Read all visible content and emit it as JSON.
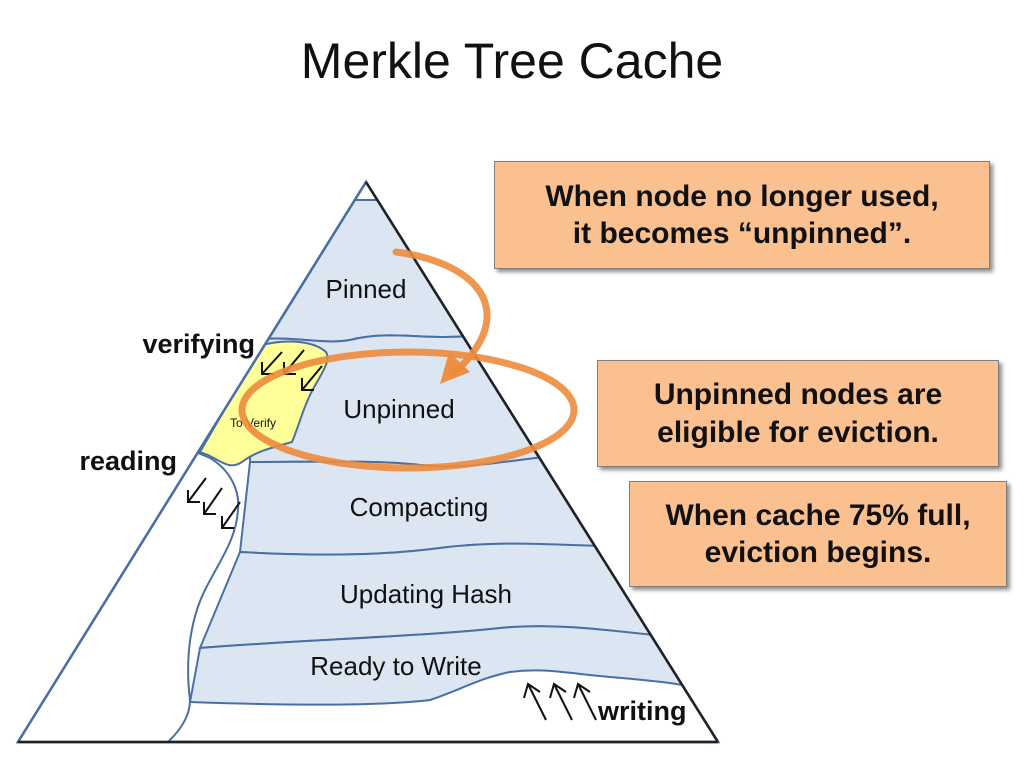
{
  "title": "Merkle Tree Cache",
  "layers": {
    "pinned": "Pinned",
    "unpinned": "Unpinned",
    "compacting": "Compacting",
    "updating_hash": "Updating Hash",
    "ready_to_write": "Ready to Write"
  },
  "region_labels": {
    "to_verify": "To Verify"
  },
  "side_labels": {
    "verifying": "verifying",
    "reading": "reading",
    "writing": "writing"
  },
  "callouts": {
    "unpinned_line1": "When node no longer used,",
    "unpinned_line2": "it becomes “unpinned”.",
    "eviction_line1": "Unpinned nodes are",
    "eviction_line2": "eligible for eviction.",
    "threshold_line1": "When cache 75% full,",
    "threshold_line2": "eviction begins."
  },
  "colors": {
    "layer_fill": "#dce6f2",
    "outline": "#4a6fa5",
    "to_verify_fill": "#ffff99",
    "arrow_orange": "#ed8b3c",
    "callout_fill": "#fac090"
  },
  "icons": [
    "arrow-down-left-icon",
    "arrow-up-left-icon",
    "curved-arrow-icon"
  ]
}
